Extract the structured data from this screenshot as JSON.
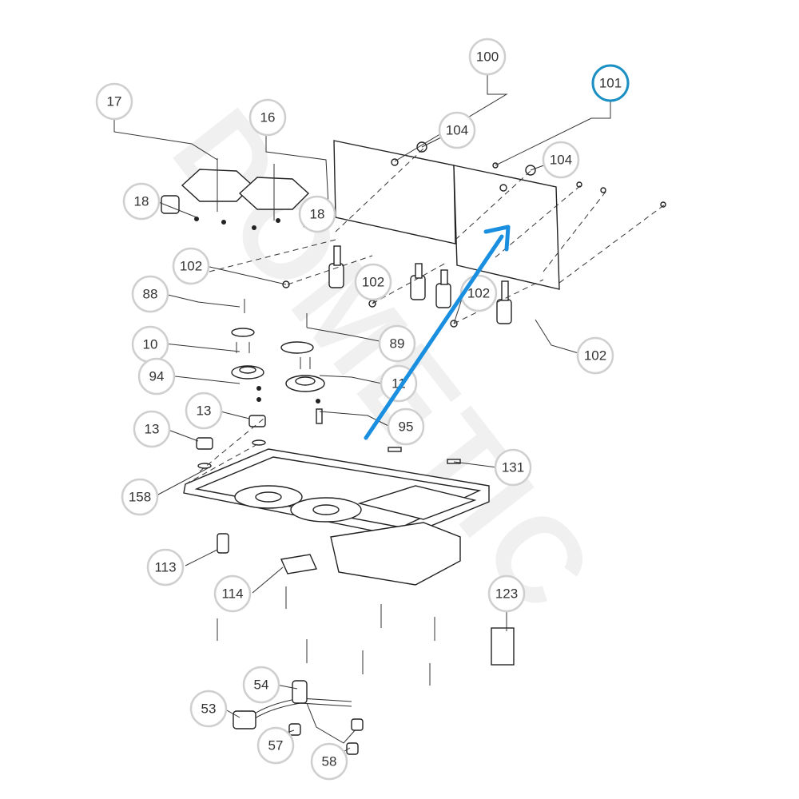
{
  "watermark": "DOMETIC",
  "colors": {
    "highlight": "#1a8fc4",
    "arrow": "#1a8fe0",
    "callout_ring": "#cfcfcf",
    "line": "#222222"
  },
  "callouts": [
    "100",
    "101",
    "104",
    "104",
    "17",
    "16",
    "18",
    "18",
    "102",
    "102",
    "102",
    "102",
    "88",
    "89",
    "10",
    "11",
    "94",
    "95",
    "13",
    "13",
    "131",
    "158",
    "113",
    "114",
    "123",
    "54",
    "53",
    "57",
    "58"
  ],
  "highlighted_callout": "101"
}
